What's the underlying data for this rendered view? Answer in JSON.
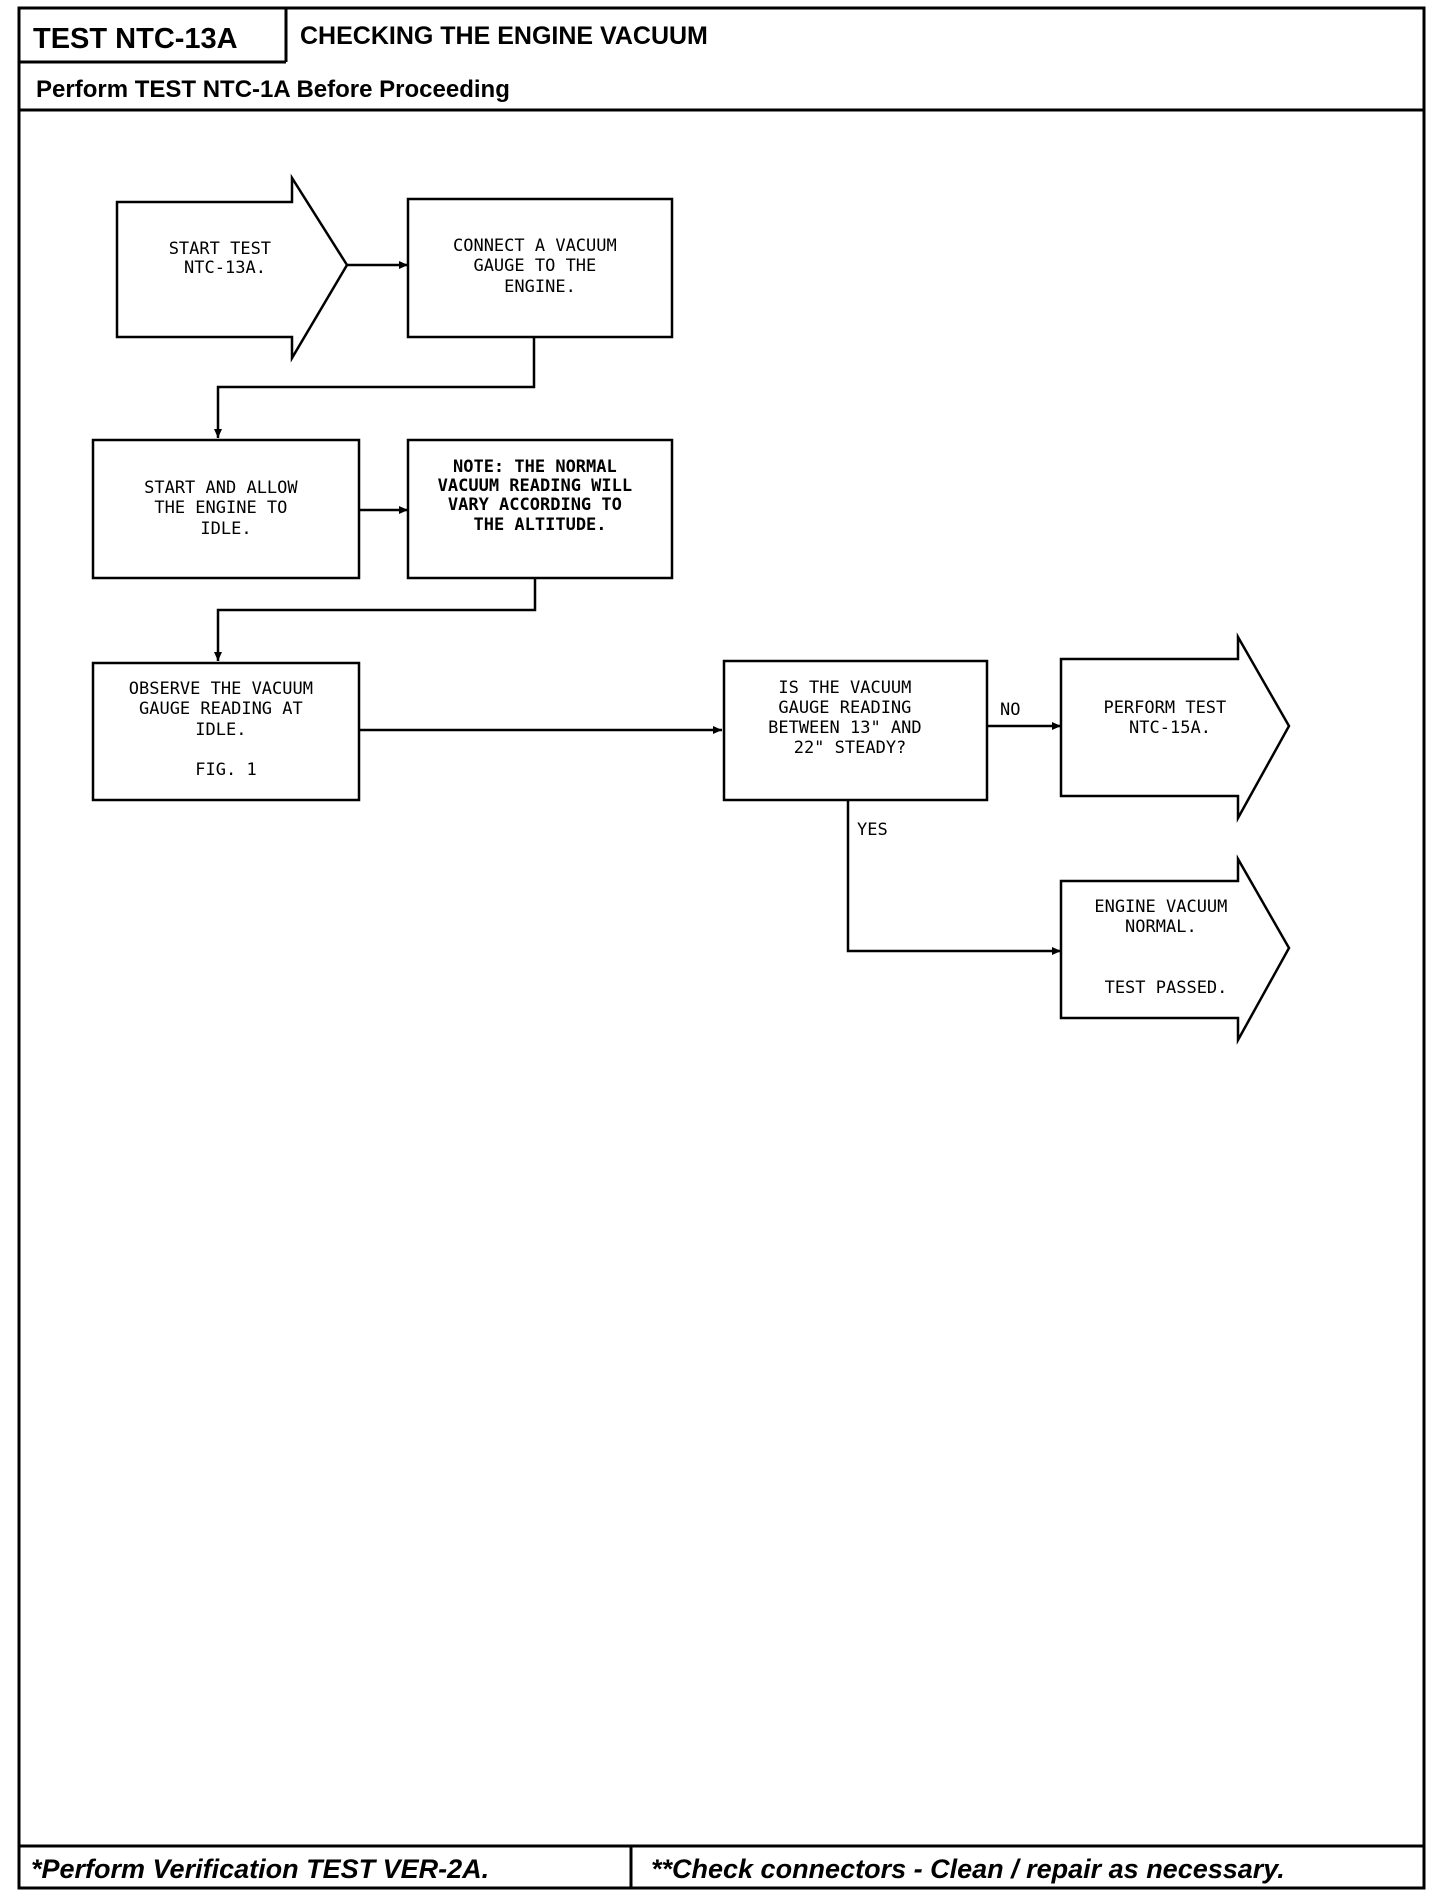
{
  "header": {
    "test_id": "TEST NTC-13A",
    "title": "CHECKING THE ENGINE VACUUM",
    "prerequisite": "Perform TEST NTC-1A Before Proceeding"
  },
  "flowchart": {
    "nodes": [
      {
        "id": "start",
        "shape": "arrow",
        "lines": [
          "START TEST",
          "NTC-13A."
        ]
      },
      {
        "id": "connect",
        "shape": "box",
        "lines": [
          "CONNECT A VACUUM",
          "GAUGE TO THE",
          "ENGINE."
        ]
      },
      {
        "id": "idle",
        "shape": "box",
        "lines": [
          "START AND ALLOW",
          "THE ENGINE TO",
          "IDLE."
        ]
      },
      {
        "id": "note",
        "shape": "box",
        "lines": [
          "NOTE: THE NORMAL",
          "VACUUM READING WILL",
          "VARY ACCORDING TO",
          "THE ALTITUDE."
        ]
      },
      {
        "id": "observe",
        "shape": "box",
        "lines": [
          "OBSERVE THE VACUUM",
          "GAUGE READING AT",
          "IDLE."
        ],
        "figure": "FIG. 1"
      },
      {
        "id": "question",
        "shape": "box",
        "lines": [
          "IS THE VACUUM",
          "GAUGE READING",
          "BETWEEN 13\" AND",
          "22\" STEADY?"
        ]
      },
      {
        "id": "perform15",
        "shape": "arrow",
        "lines": [
          "PERFORM TEST",
          "NTC-15A."
        ]
      },
      {
        "id": "normal",
        "shape": "arrow",
        "lines": [
          "ENGINE VACUUM",
          "NORMAL."
        ],
        "result": "TEST PASSED."
      }
    ],
    "edges": [
      {
        "from": "start",
        "to": "connect",
        "label": ""
      },
      {
        "from": "connect",
        "to": "idle",
        "label": ""
      },
      {
        "from": "idle",
        "to": "note",
        "label": ""
      },
      {
        "from": "note",
        "to": "observe",
        "label": ""
      },
      {
        "from": "observe",
        "to": "question",
        "label": ""
      },
      {
        "from": "question",
        "to": "perform15",
        "label": "NO"
      },
      {
        "from": "question",
        "to": "normal",
        "label": "YES"
      }
    ]
  },
  "footer": {
    "left": "*Perform Verification TEST VER-2A.",
    "right": "**Check connectors - Clean / repair as necessary."
  }
}
